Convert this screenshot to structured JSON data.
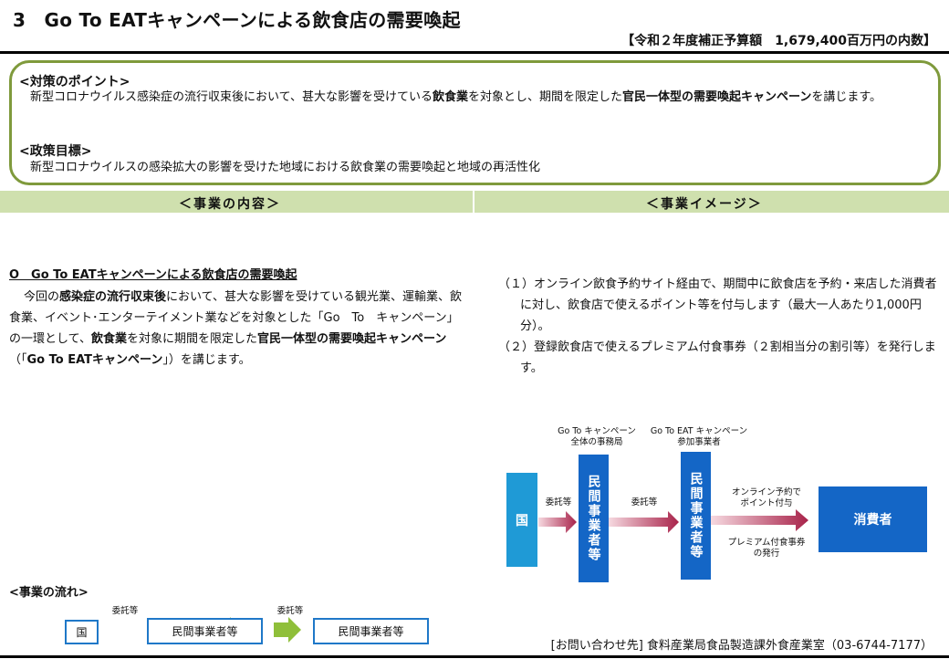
{
  "header": {
    "title": "3　Go To EATキャンペーンによる飲食店の需要喚起",
    "budget": "【令和２年度補正予算額　1,679,400百万円の内数】"
  },
  "points": {
    "heading": "<対策のポイント>",
    "text_1": "新型コロナウイルス感染症の流行収束後において、甚大な影響を受けている",
    "bold_1": "飲食業",
    "text_2": "を対象とし、期間を限定した",
    "bold_2": "官民一体型の需要喚起キャンペーン",
    "text_3": "を講じます。",
    "goal_heading": "<政策目標>",
    "goal_text": "新型コロナウイルスの感染拡大の影響を受けた地域における飲食業の需要喚起と地域の再活性化"
  },
  "sections": {
    "left": "＜事業の内容＞",
    "right": "＜事業イメージ＞"
  },
  "content": {
    "title": "O　Go To EATキャンペーンによる飲食店の需要喚起",
    "t1": "今回の",
    "b1": "感染症の流行収束後",
    "t2": "において、甚大な影響を受けている観光業、運輸業、飲食業、イベント･エンターテイメント業などを対象とした「Go　To　キャンペーン」の一環として、",
    "b2": "飲食業",
    "t3": "を対象に期間を限定した",
    "b3": "官民一体型の需要喚起キャンペーン",
    "t4": "（「",
    "b4": "Go To EATキャンペーン",
    "t5": "」）を講じます。"
  },
  "image_list": [
    "（１）オンライン飲食予約サイト経由で、期間中に飲食店を予約・来店した消費者に対し、飲食店で使えるポイント等を付与します（最大一人あたり1,000円分）。",
    "（２）登録飲食店で使えるプレミアム付食事券（２割相当分の割引等）を発行します。"
  ],
  "diagram": {
    "label_top_1a": "Go To キャンペーン",
    "label_top_1b": "全体の事務局",
    "label_top_2a": "Go To EAT キャンペーン",
    "label_top_2b": "参加事業者",
    "kuni": "国",
    "entity_1": "民間事業者等",
    "entity_2": "民間事業者等",
    "consumer": "消費者",
    "arrow_1": "委託等",
    "arrow_2": "委託等",
    "arrow_3a": "オンライン予約で",
    "arrow_3b": "ポイント付与",
    "arrow_4a": "プレミアム付食事券",
    "arrow_4b": "の発行"
  },
  "flow": {
    "title": "<事業の流れ>",
    "box_1": "国",
    "arrow_1": "委託等",
    "box_2": "民間事業者等",
    "arrow_2": "委託等",
    "box_3": "民間事業者等"
  },
  "contact": "[お問い合わせ先] 食料産業局食品製造課外食産業室（03-6744-7177）",
  "colors": {
    "box_border": "#7f9a3c",
    "header_bar": "#cfe0ae",
    "blue_dark": "#1466c6",
    "blue_light": "#1f9ad6",
    "arrow_red": "#a8234a",
    "arrow_green": "#8fbf3a"
  }
}
